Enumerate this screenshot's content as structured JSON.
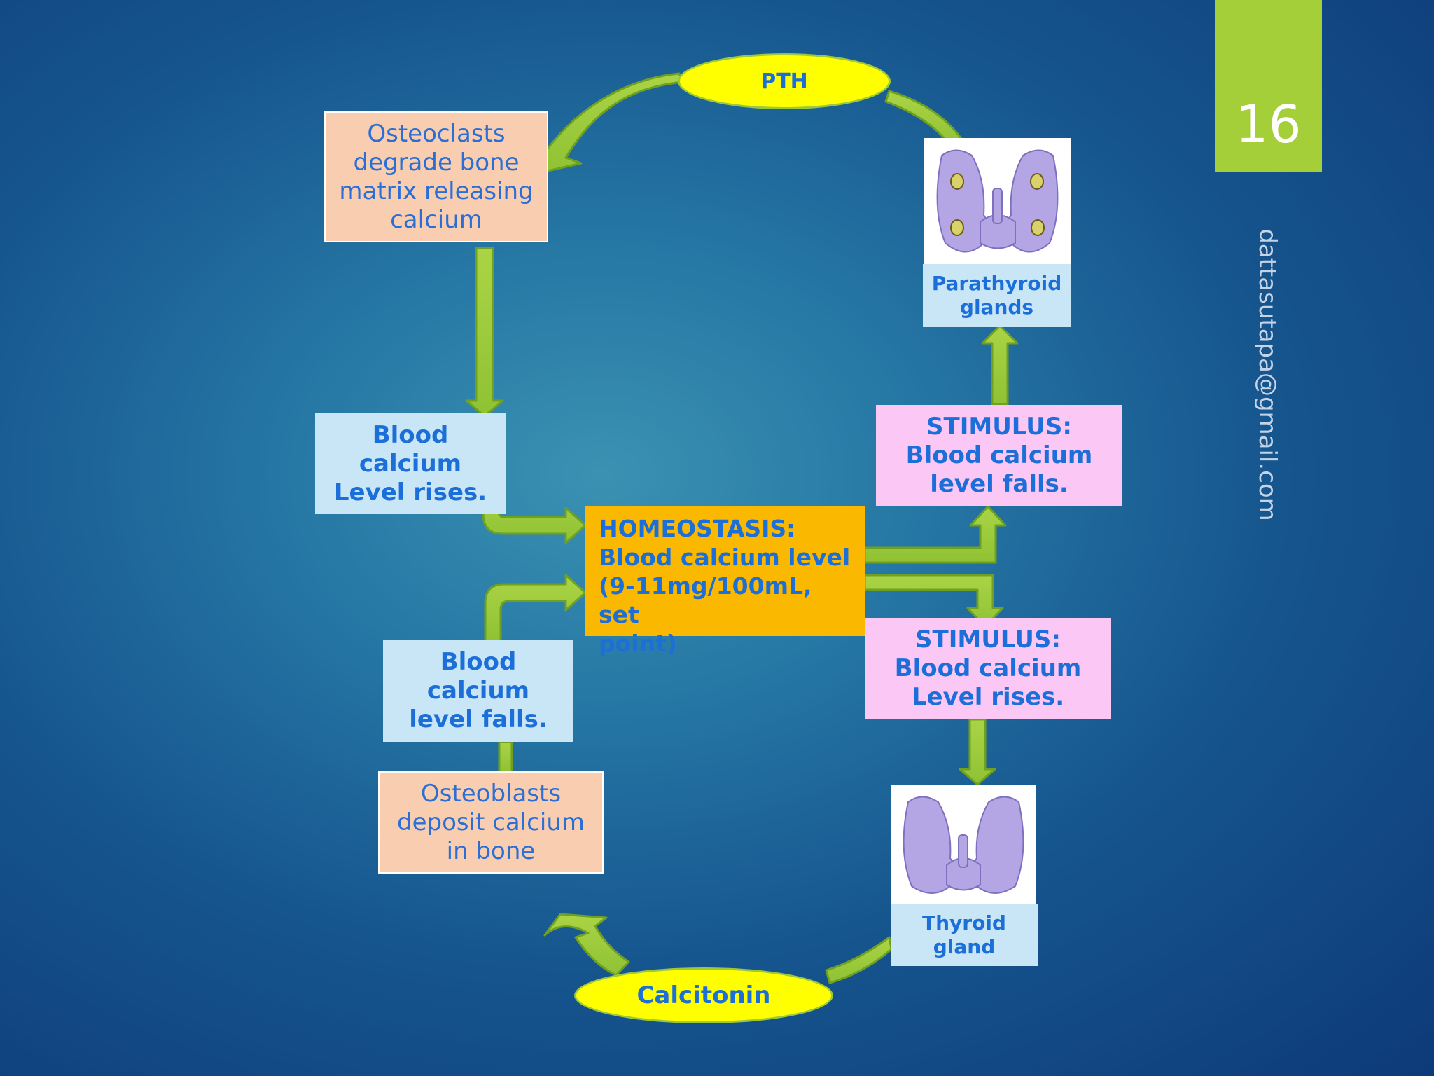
{
  "slide": {
    "page_number": "16",
    "watermark": "dattasutapa@gmail.com"
  },
  "colors": {
    "background": "#1f6aa0",
    "arrow_fill": "#9cc83c",
    "arrow_stroke": "#6fa021",
    "hormone_oval": "#ffff00",
    "peach_box": "#f9cdb0",
    "light_blue_box": "#c8e6f5",
    "pink_box": "#fbc7f4",
    "homeostasis_box": "#fbb800",
    "text": "#1c6fd8",
    "page_tab": "#a5cf38"
  },
  "nodes": {
    "pth": "PTH",
    "osteoclasts": "Osteoclasts\ndegrade bone\nmatrix releasing\ncalcium",
    "blood_rises_left": "Blood\ncalcium\nLevel rises.",
    "homeostasis": "HOMEOSTASIS:\nBlood calcium level\n(9-11mg/100mL, set\npoint)",
    "stimulus_falls": "STIMULUS:\nBlood calcium\nlevel falls.",
    "parathyroid_label": "Parathyroid\nglands",
    "stimulus_rises": "STIMULUS:\nBlood calcium\nLevel rises.",
    "blood_falls_left": "Blood\ncalcium\nlevel falls.",
    "osteoblasts": "Osteoblasts\ndeposit calcium\nin bone",
    "thyroid_label": "Thyroid\ngland",
    "calcitonin": "Calcitonin"
  },
  "icons": {
    "parathyroid_image": "parathyroid-gland-illustration",
    "thyroid_image": "thyroid-gland-illustration"
  }
}
